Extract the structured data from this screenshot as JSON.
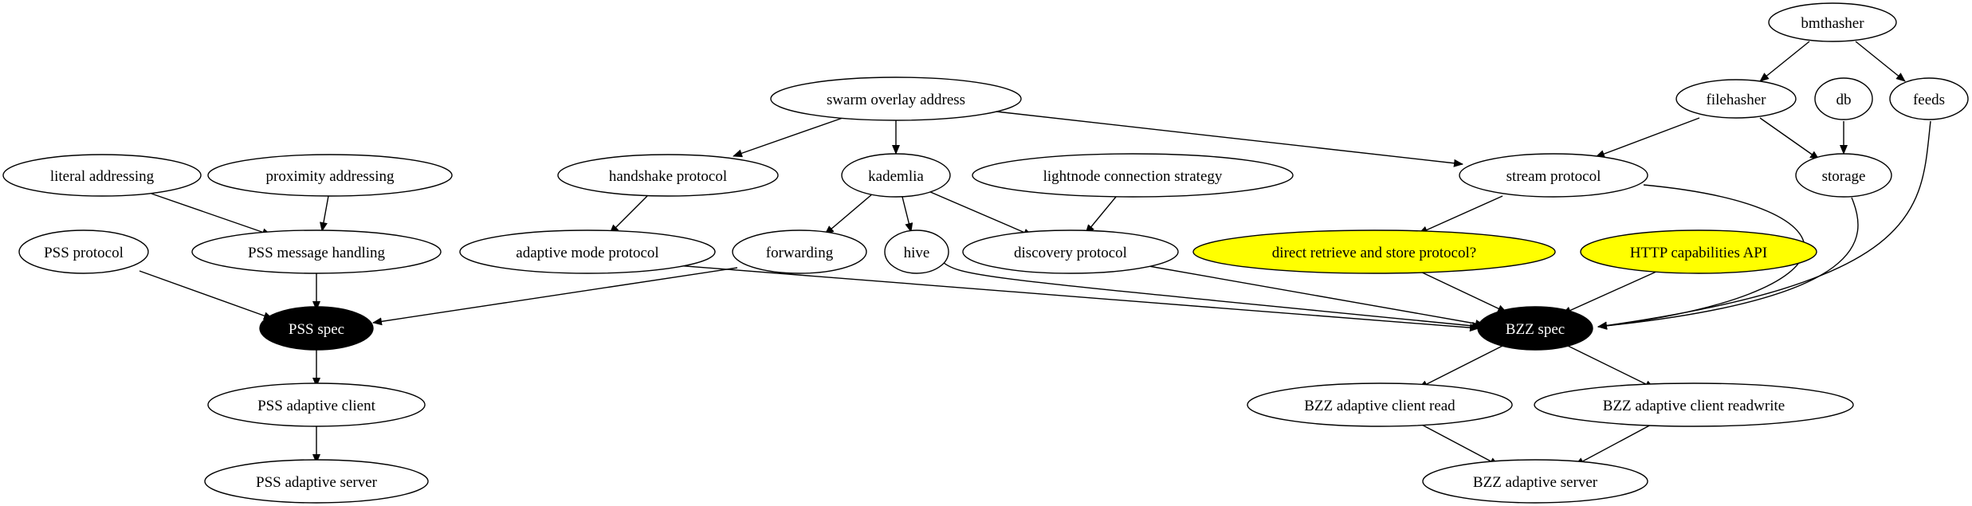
{
  "graph": {
    "nodes": {
      "bmthasher": "bmthasher",
      "filehasher": "filehasher",
      "db": "db",
      "feeds": "feeds",
      "swarm_overlay_address": "swarm overlay address",
      "literal_addressing": "literal addressing",
      "proximity_addressing": "proximity addressing",
      "handshake_protocol": "handshake protocol",
      "kademlia": "kademlia",
      "lightnode_connection_strategy": "lightnode connection strategy",
      "stream_protocol": "stream protocol",
      "storage": "storage",
      "pss_protocol": "PSS protocol",
      "pss_message_handling": "PSS message handling",
      "adaptive_mode_protocol": "adaptive mode protocol",
      "forwarding": "forwarding",
      "hive": "hive",
      "discovery_protocol": "discovery protocol",
      "direct_retrieve": "direct retrieve and store protocol?",
      "http_capabilities": "HTTP capabilities API",
      "pss_spec": "PSS spec",
      "bzz_spec": "BZZ spec",
      "pss_adaptive_client": "PSS adaptive client",
      "bzz_adaptive_client_read": "BZZ adaptive client read",
      "bzz_adaptive_client_readwrite": "BZZ adaptive client readwrite",
      "pss_adaptive_server": "PSS adaptive server",
      "bzz_adaptive_server": "BZZ adaptive server"
    },
    "colors": {
      "highlight": "#ffff00",
      "spec_fill": "#000000",
      "spec_text": "#ffffff",
      "default_fill": "#ffffff"
    }
  }
}
